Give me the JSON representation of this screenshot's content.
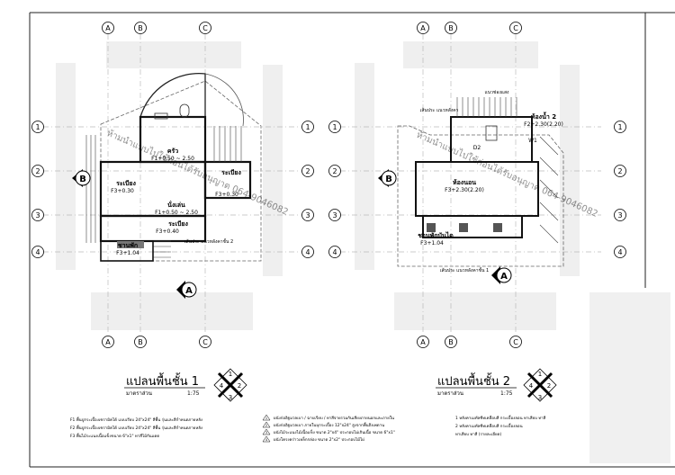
{
  "grid": {
    "columns": [
      "A",
      "B",
      "C"
    ],
    "rows": [
      "1",
      "2",
      "3",
      "4"
    ]
  },
  "plan1": {
    "title": "แปลนพื้นชั้น 1",
    "subtitle": "มาตราส่วน",
    "scale": "1:75",
    "section_marks": [
      "A",
      "B"
    ],
    "rooms": [
      {
        "name": "ครัว",
        "level": "F1+0.50 ~ 2.50"
      },
      {
        "name": "ระเบียง",
        "level": "F3+0.30"
      },
      {
        "name": "ระเบียง",
        "level": "F3+0.30"
      },
      {
        "name": "นั่งเล่น",
        "level": "F1+0.50 ~ 2.50"
      },
      {
        "name": "ระเบียง",
        "level": "F3+0.40"
      },
      {
        "name": "ชานพัก",
        "level": "F3+1.04"
      }
    ],
    "notes": [
      "เส้นประ แนวหลังคาชั้น 2"
    ]
  },
  "plan2": {
    "title": "แปลนพื้นชั้น 2",
    "subtitle": "มาตราส่วน",
    "scale": "1:75",
    "section_marks": [
      "A",
      "B"
    ],
    "rooms": [
      {
        "name": "ห้องน้ำ 2",
        "level": "F2+2.30(2.20)"
      },
      {
        "name": "ห้องนอน",
        "level": "F3+2.30(2.20)"
      },
      {
        "name": "ชานพักบันได",
        "level": "F3+1.04"
      }
    ],
    "tags": [
      "D2",
      "W1"
    ],
    "notes": [
      "แนวช่องแสง",
      "เส้นประ แนวหลังคา",
      "เส้นประ แนวหลังคาชั้น 1"
    ]
  },
  "compass_labels": [
    "1",
    "2",
    "3",
    "4"
  ],
  "watermark": "ห้ามนำแบบไปใช้ก่อนได้รับอนุญาต 064-9046082",
  "legend_floor": [
    "F1  พื้นปูกระเบื้องเซรามิคได้ แบบเรียบ 24\"x24\" สีพื้น รุ่นและสีกำหนดภายหลัง",
    "F2  พื้นปูกระเบื้องเซรามิคได้ แบบเรียบ 24\"x24\" สีพื้น รุ่นและสีกำหนดภายหลัง",
    "F3  พื้นไม้ระแนงเนื้อแข็งขนาด 6\"x1\" ทาสีไม้กันแดด"
  ],
  "legend_wall": [
    {
      "no": "1",
      "text": "ผนังก่ออิฐมวลเบา / ฉาบเรียบ / ทาสีจายรวมกันเสียงภายนอกและภายใน"
    },
    {
      "no": "2",
      "text": "ผนังก่ออิฐมวลเบา ภายในบุกระเบื้อง 12\"x24\" สูงจากพื้นถึงเพดาน"
    },
    {
      "no": "3",
      "text": "ผนังไม้ระแนงไม้เนื้อแข็ง ขนาด 2\"x4\" ประกอบไม่เกินเนื้อ ขนาด 6\"x1\""
    },
    {
      "no": "4",
      "text": "ผนังโครงคร่าวเหล็กกล่อง ขนาด 2\"x2\" ประกอบไม้ไผ่"
    }
  ],
  "legend_roof": [
    "1  หลังคาเมทัลชีทเคลือบสี กระเบื้องลอน ทาเสียบ ทาสี",
    "2  หลังคาเมทัลชีทเคลือบสี กระเบื้องลอน",
    "    ทาเสียบ ทาสี (รายละเอียด)"
  ]
}
